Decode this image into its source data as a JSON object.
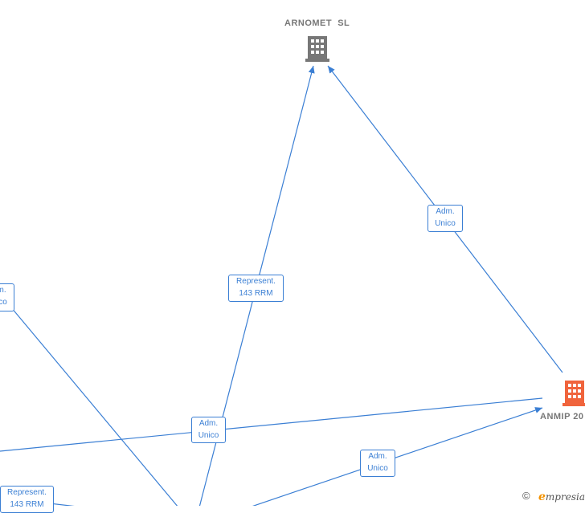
{
  "nodes": {
    "arnomet": {
      "label": "ARNOMET  SL",
      "icon": "building-icon",
      "color": "#777777"
    },
    "anmip": {
      "label": "ANMIP 20",
      "icon": "building-icon",
      "color": "#f0643c"
    }
  },
  "edge_labels": [
    {
      "line1": "Represent.",
      "line2": "143 RRM"
    },
    {
      "line1": "Adm.",
      "line2": "Unico"
    },
    {
      "line1": "Adm.",
      "line2": "Unico"
    },
    {
      "line1": "Adm.",
      "line2": "Unico"
    },
    {
      "line1": "Adm.",
      "line2": "Unico"
    },
    {
      "line1": "Represent.",
      "line2": "143 RRM"
    }
  ],
  "footer": {
    "copyright_symbol": "©",
    "brand_initial": "e",
    "brand_rest": "mpresia"
  },
  "colors": {
    "edge": "#3b7fd4",
    "label_text": "#777777"
  }
}
